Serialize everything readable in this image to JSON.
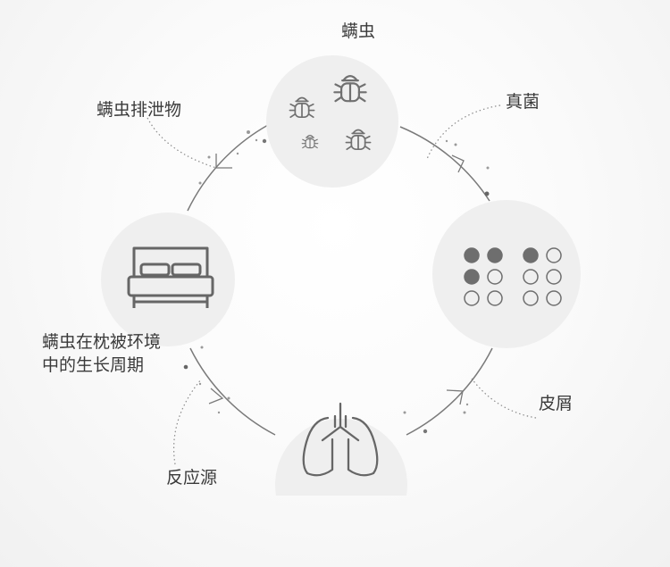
{
  "labels": {
    "mites": "螨虫",
    "mite_feces": "螨虫排泄物",
    "fungi": "真菌",
    "dander": "皮屑",
    "allergen": "反应源",
    "lifecycle_line1": "螨虫在枕被环境",
    "lifecycle_line2": "中的生长周期"
  },
  "colors": {
    "stroke": "#7a7a7a",
    "circle_fill": "#efefef",
    "dot_filled": "#6e6e6e"
  },
  "icons": {
    "mites": "bug-icon",
    "fungi": "dot-grid-icon",
    "bed": "bed-icon",
    "lungs": "lungs-icon"
  }
}
